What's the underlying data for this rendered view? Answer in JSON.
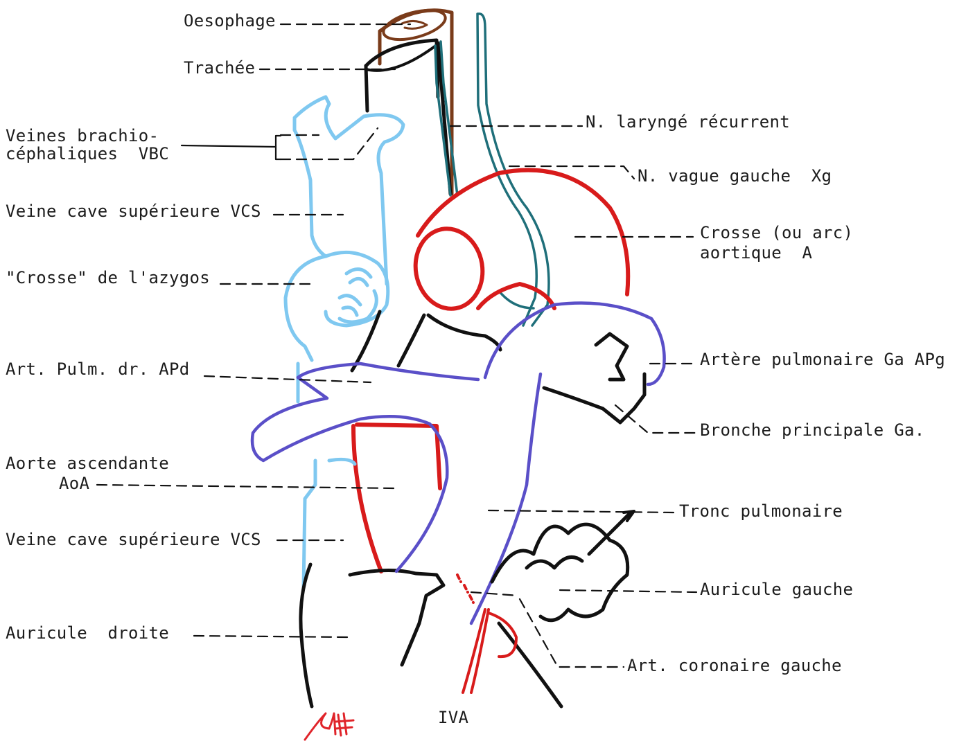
{
  "labels": {
    "oesophage": "Oesophage",
    "trachee": "Trachée",
    "vbc_line1": "Veines brachio-",
    "vbc_line2": "céphaliques  VBC",
    "vcs_top": "Veine cave supérieure VCS",
    "crosse_azygos": "\"Crosse\" de l'azygos",
    "art_pulm_dr": "Art. Pulm. dr. APd",
    "aorte_asc_line1": "Aorte ascendante",
    "aorte_asc_line2": "AoA",
    "vcs_bottom": "Veine cave supérieure VCS",
    "auricule_droite": "Auricule  droite",
    "n_larynge": "N. laryngé récurrent",
    "n_vague": "N. vague gauche  Xg",
    "crosse_aortique_line1": "Crosse (ou arc)",
    "crosse_aortique_line2": "aortique  A",
    "artere_pulm_ga": "Artère pulmonaire Ga APg",
    "bronche_ga": "Bronche principale Ga.",
    "tronc_pulm": "Tronc pulmonaire",
    "auricule_gauche": "Auricule gauche",
    "art_coronaire_ga": "Art. coronaire gauche",
    "iva": "IVA"
  },
  "colors": {
    "oesophagus": "#7a3b1a",
    "aorta": "#d81b1b",
    "vena": "#7fc8f0",
    "pulmonary": "#5a4fc8",
    "nerve": "#1f6f7a",
    "outline": "#111111",
    "signature": "#e0242a"
  }
}
